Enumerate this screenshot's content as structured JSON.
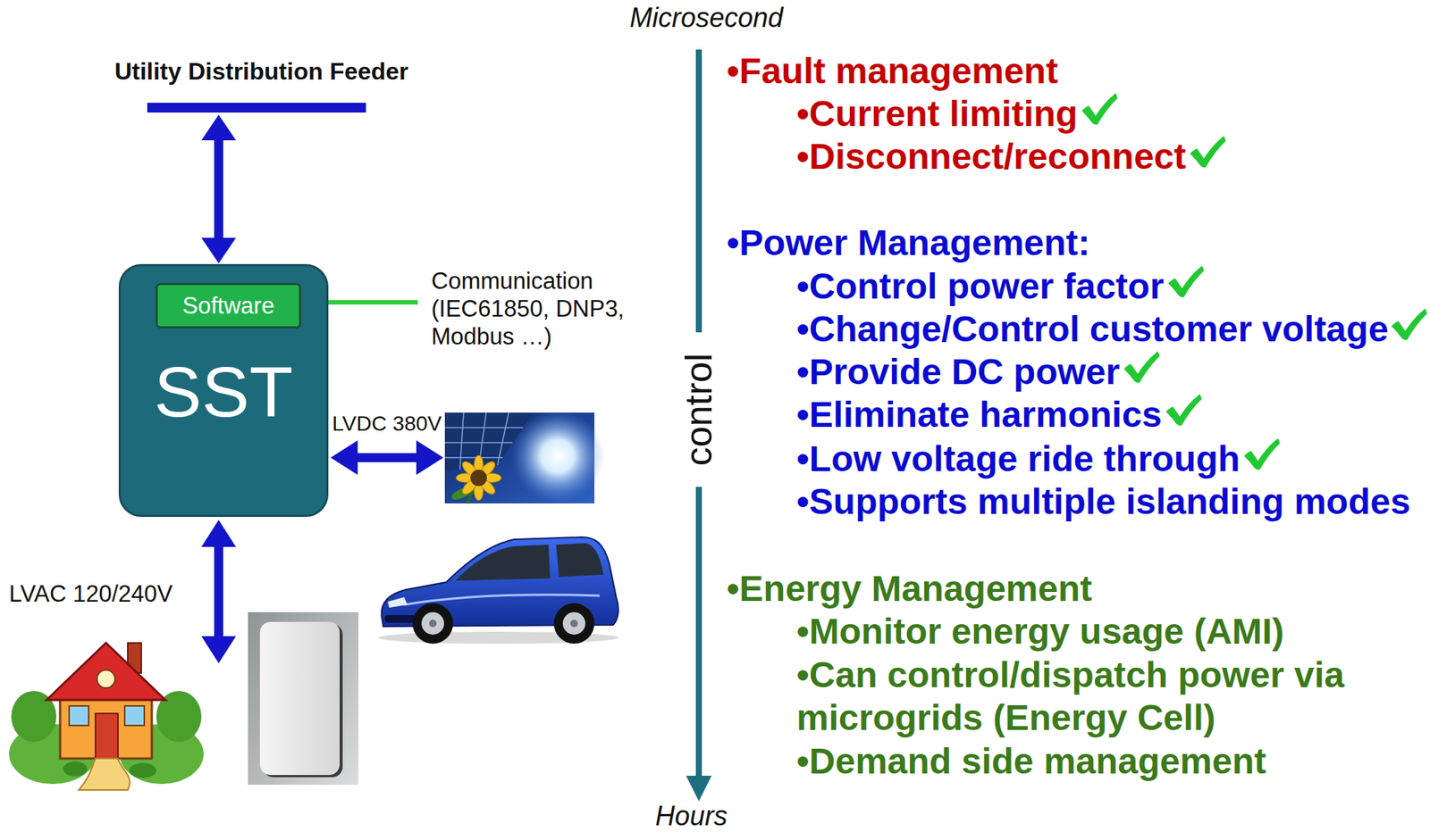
{
  "diagram": {
    "nodes": [
      {
        "text": [
          "Utility Distribution Feeder"
        ]
      },
      {
        "text": [
          "SST"
        ]
      },
      {
        "text": [
          "Software"
        ],
        "in": 1
      }
    ],
    "edges": [
      {
        "from": 0,
        "to": 1,
        "arrow": "both"
      }
    ],
    "labels": [
      "Microsecond",
      "Communication (IEC61850, DNP3, Modbus …)",
      "LVDC 380V",
      "LVAC 120/240V",
      "control",
      "Hours",
      "•Fault management",
      "•Current limiting",
      "•Disconnect/reconnect",
      "•Power Management:",
      "•Control power factor",
      "•Change/Control customer voltage",
      "•Provide DC power",
      "•Eliminate harmonics",
      "•Low voltage ride through",
      "•Supports multiple islanding modes",
      "•Energy Management",
      "•Monitor energy usage (AMI)",
      "•Can control/dispatch power via microgrids (Energy Cell)",
      "•Demand side management"
    ]
  }
}
